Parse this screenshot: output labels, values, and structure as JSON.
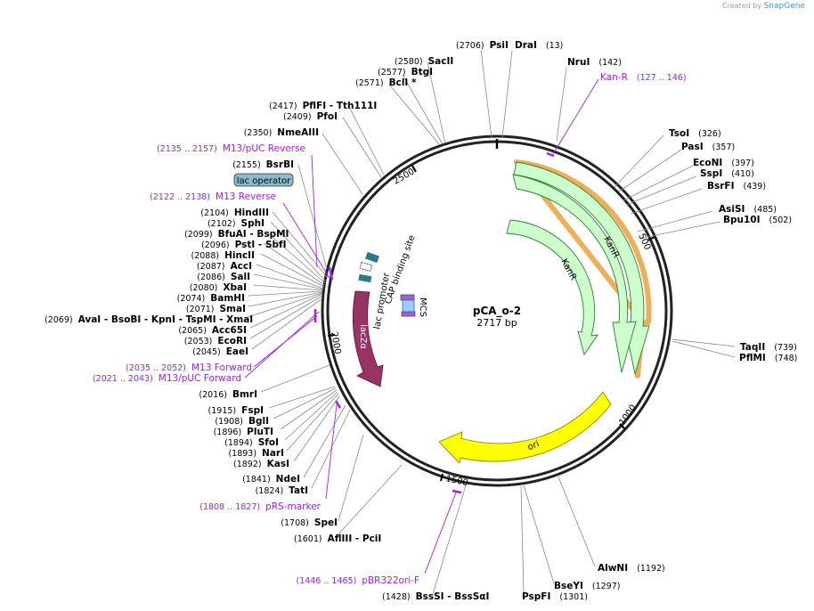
{
  "credit": {
    "prefix": "Created by",
    "brand": "SnapGene"
  },
  "plasmid": {
    "name": "pCA_o-2",
    "size": "2717 bp"
  },
  "ticks": [
    "500",
    "1000",
    "1500",
    "2000",
    "2500"
  ],
  "enzymes": [
    {
      "name": "PsiI",
      "pos": "(2706)"
    },
    {
      "name": "DraI",
      "pos": "(13)"
    },
    {
      "name": "NruI",
      "pos": "(142)"
    },
    {
      "name": "TsoI",
      "pos": "(326)"
    },
    {
      "name": "PasI",
      "pos": "(357)"
    },
    {
      "name": "EcoNI",
      "pos": "(397)"
    },
    {
      "name": "SspI",
      "pos": "(410)"
    },
    {
      "name": "BsrFI",
      "pos": "(439)"
    },
    {
      "name": "AsiSI",
      "pos": "(485)"
    },
    {
      "name": "Bpu10I",
      "pos": "(502)"
    },
    {
      "name": "TaqII",
      "pos": "(739)"
    },
    {
      "name": "PflMI",
      "pos": "(748)"
    },
    {
      "name": "AlwNI",
      "pos": "(1192)"
    },
    {
      "name": "BseYI",
      "pos": "(1297)"
    },
    {
      "name": "PspFI",
      "pos": "(1301)"
    },
    {
      "name": "BssSI - BssSαI",
      "pos": "(1428)"
    },
    {
      "name": "AflIII - PciI",
      "pos": "(1601)"
    },
    {
      "name": "SpeI",
      "pos": "(1708)"
    },
    {
      "name": "TatI",
      "pos": "(1824)"
    },
    {
      "name": "NdeI",
      "pos": "(1841)"
    },
    {
      "name": "KasI",
      "pos": "(1892)"
    },
    {
      "name": "NarI",
      "pos": "(1893)"
    },
    {
      "name": "SfoI",
      "pos": "(1894)"
    },
    {
      "name": "PluTI",
      "pos": "(1896)"
    },
    {
      "name": "BglI",
      "pos": "(1908)"
    },
    {
      "name": "FspI",
      "pos": "(1915)"
    },
    {
      "name": "BmrI",
      "pos": "(2016)"
    },
    {
      "name": "EaeI",
      "pos": "(2045)"
    },
    {
      "name": "EcoRI",
      "pos": "(2053)"
    },
    {
      "name": "Acc65I",
      "pos": "(2065)"
    },
    {
      "name": "AvaI - BsoBI - KpnI - TspMI - XmaI",
      "pos": "(2069)"
    },
    {
      "name": "SmaI",
      "pos": "(2071)"
    },
    {
      "name": "BamHI",
      "pos": "(2074)"
    },
    {
      "name": "XbaI",
      "pos": "(2080)"
    },
    {
      "name": "SalI",
      "pos": "(2086)"
    },
    {
      "name": "AccI",
      "pos": "(2087)"
    },
    {
      "name": "HincII",
      "pos": "(2088)"
    },
    {
      "name": "PstI - SbfI",
      "pos": "(2096)"
    },
    {
      "name": "BfuAI - BspMI",
      "pos": "(2099)"
    },
    {
      "name": "SphI",
      "pos": "(2102)"
    },
    {
      "name": "HindIII",
      "pos": "(2104)"
    },
    {
      "name": "BsrBI",
      "pos": "(2155)"
    },
    {
      "name": "NmeAIII",
      "pos": "(2350)"
    },
    {
      "name": "PfoI",
      "pos": "(2409)"
    },
    {
      "name": "PflFI - Tth111I",
      "pos": "(2417)"
    },
    {
      "name": "BclI *",
      "pos": "(2571)"
    },
    {
      "name": "BtgI",
      "pos": "(2577)"
    },
    {
      "name": "SacII",
      "pos": "(2580)"
    }
  ],
  "primers": [
    {
      "name": "Kan-R",
      "range": "(127 .. 146)"
    },
    {
      "name": "M13/pUC Reverse",
      "range": "(2135 .. 2157)"
    },
    {
      "name": "M13 Reverse",
      "range": "(2122 .. 2138)"
    },
    {
      "name": "M13 Forward",
      "range": "(2035 .. 2052)"
    },
    {
      "name": "M13/pUC Forward",
      "range": "(2021 .. 2043)"
    },
    {
      "name": "pRS-marker",
      "range": "(1808 .. 1827)"
    },
    {
      "name": "pBR322ori-F",
      "range": "(1446 .. 1465)"
    }
  ],
  "features": [
    {
      "name": "KanR",
      "color": "#ccffcc"
    },
    {
      "name": "KanR",
      "color": "#ccffcc"
    },
    {
      "name": "ori",
      "color": "#ffff00"
    },
    {
      "name": "lacZα",
      "color": "#993366"
    },
    {
      "name": "lac promoter",
      "color": "#2a7a8c"
    },
    {
      "name": "CAP binding site",
      "color": "#2a7a8c"
    },
    {
      "name": "MCS",
      "color": "#9966cc"
    },
    {
      "name": "lac operator",
      "color": "#88bbcc"
    }
  ]
}
